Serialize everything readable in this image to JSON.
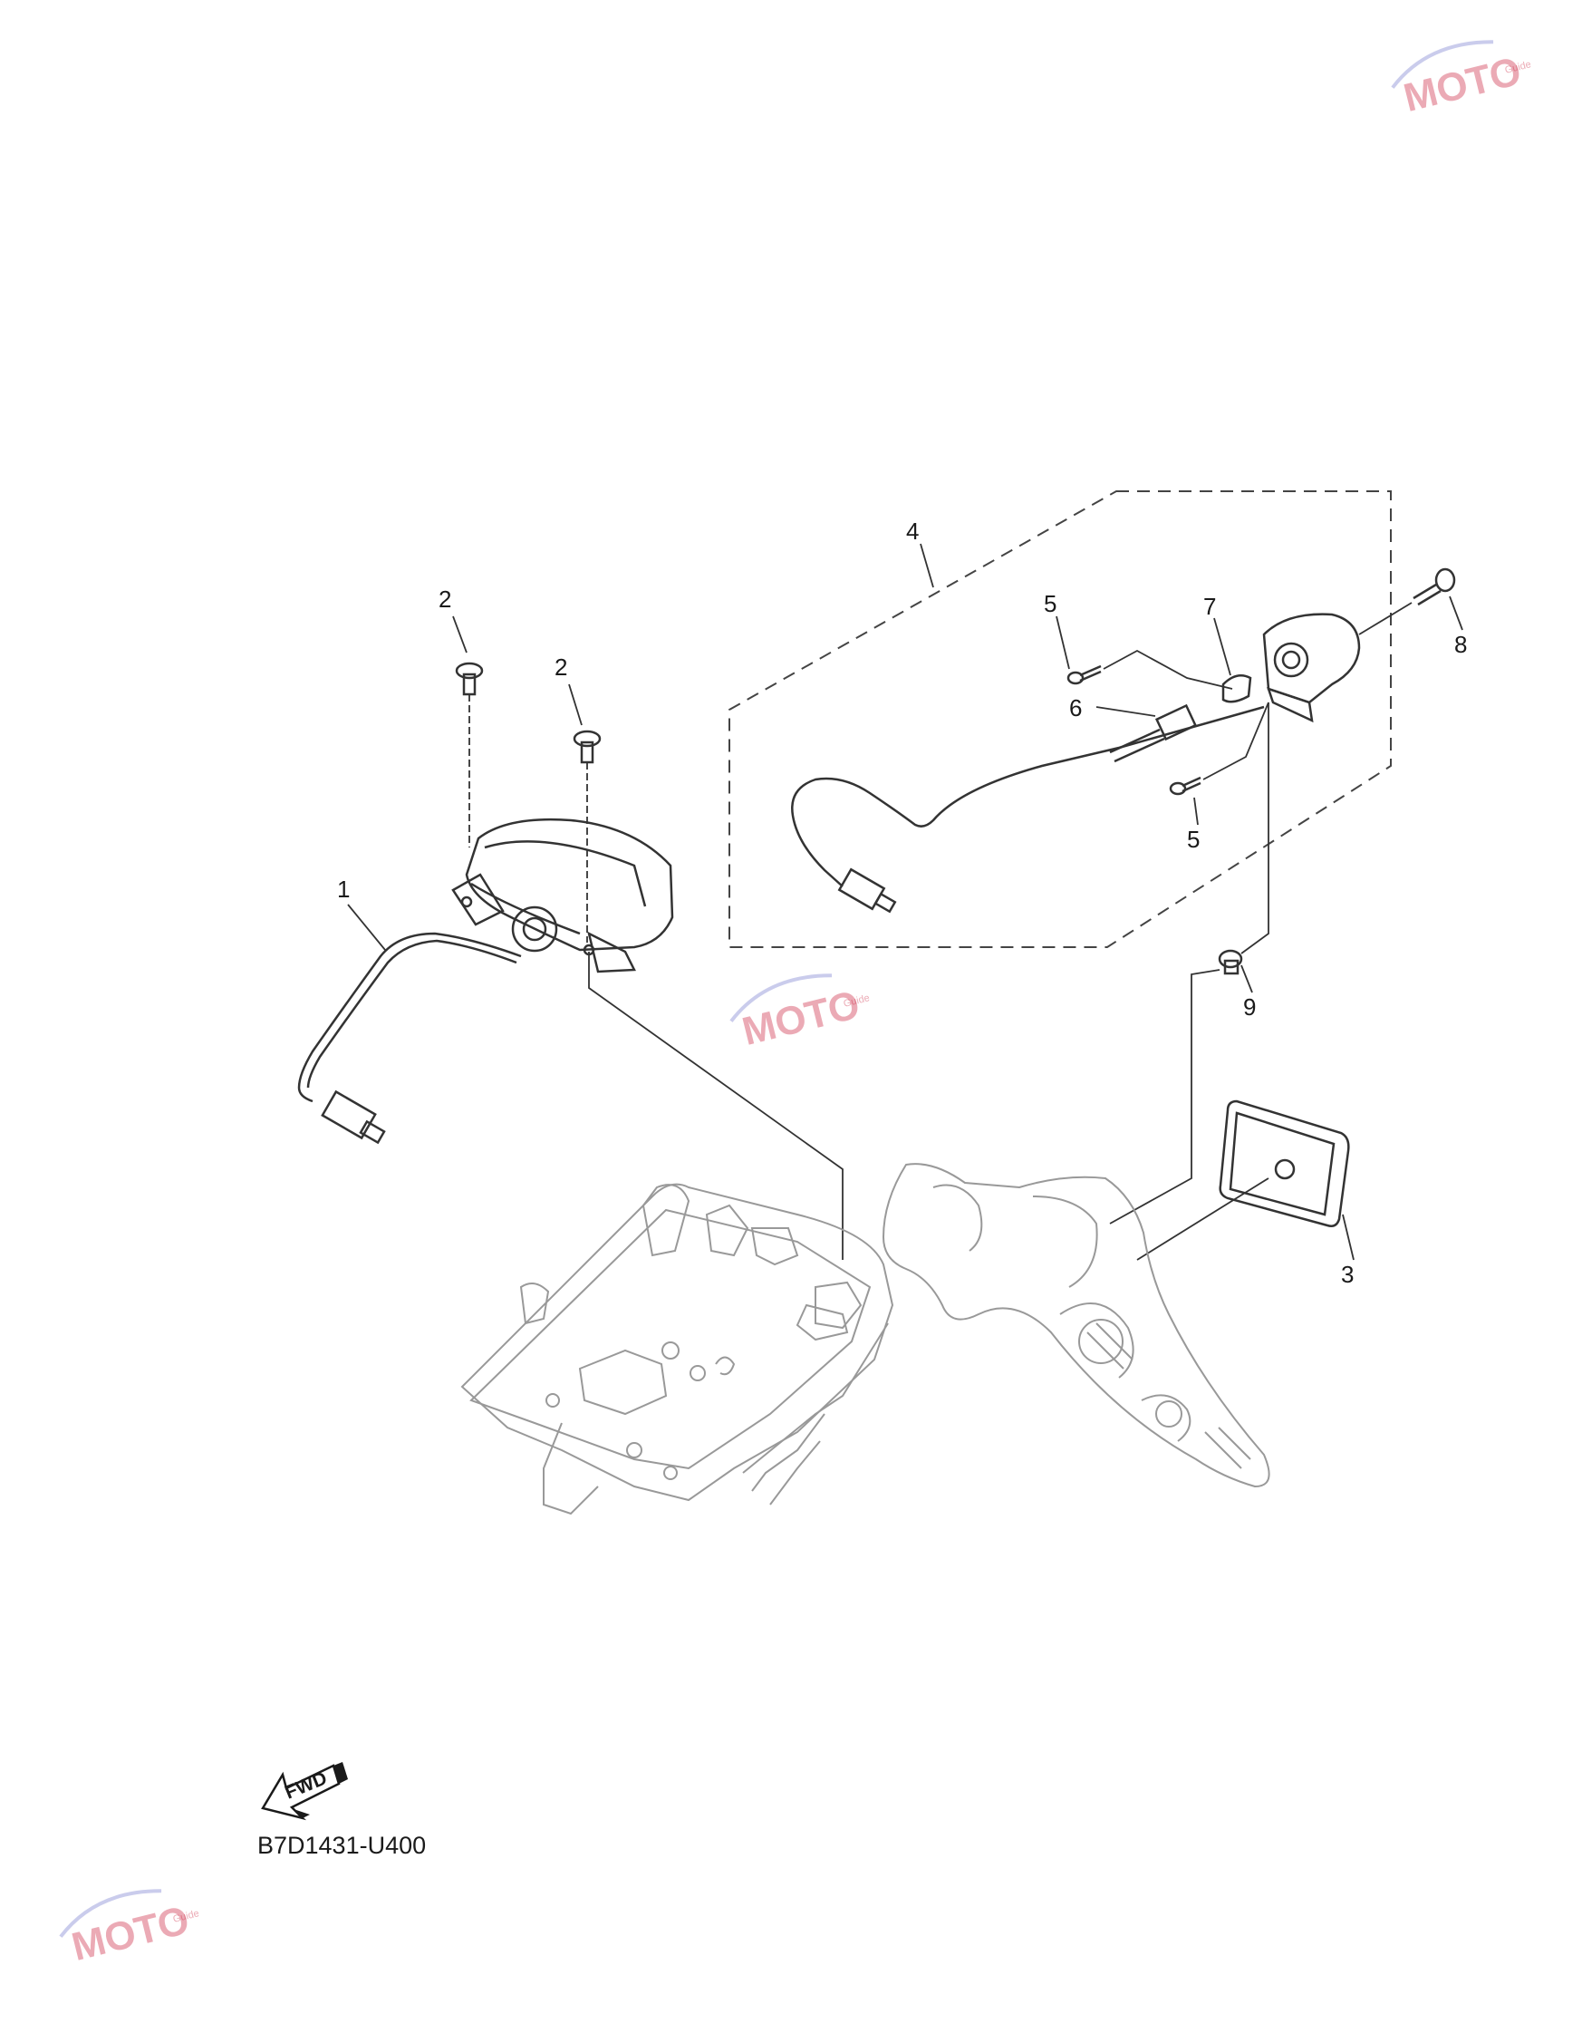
{
  "diagram": {
    "callouts": {
      "c1": "1",
      "c2a": "2",
      "c2b": "2",
      "c3": "3",
      "c4": "4",
      "c5a": "5",
      "c5b": "5",
      "c6": "6",
      "c7": "7",
      "c8": "8",
      "c9": "9"
    },
    "fwd_label": "FWD",
    "diagram_code": "B7D1431-U400"
  },
  "watermark": {
    "brand": "MOTO",
    "tag": "Guide",
    "color": "#c8102e"
  }
}
